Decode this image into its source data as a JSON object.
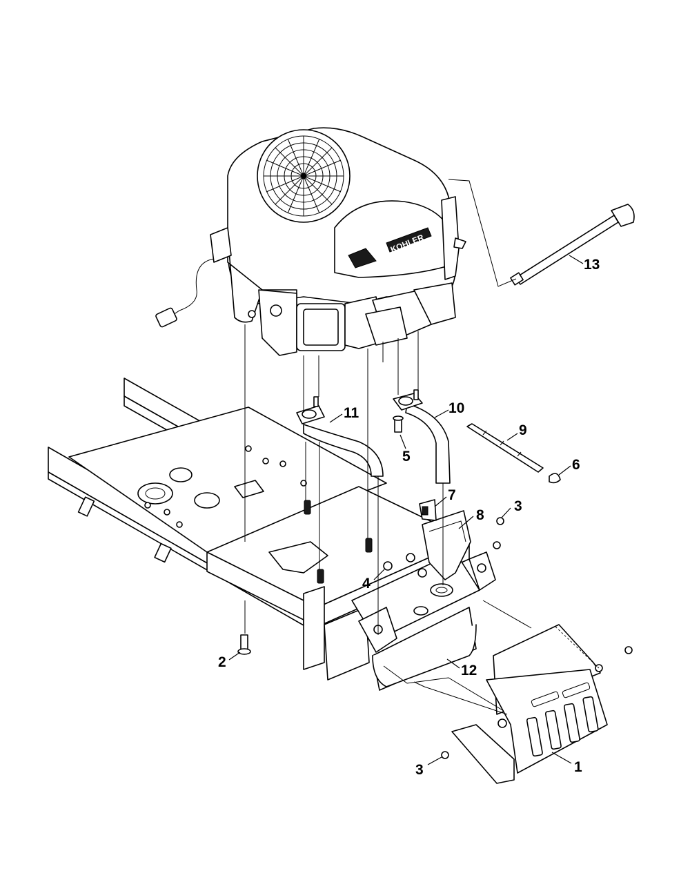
{
  "diagram": {
    "engine_brand": "KOHLER",
    "callouts": [
      {
        "id": "c1",
        "label": "1"
      },
      {
        "id": "c2",
        "label": "2"
      },
      {
        "id": "c3a",
        "label": "3"
      },
      {
        "id": "c3b",
        "label": "3"
      },
      {
        "id": "c4",
        "label": "4"
      },
      {
        "id": "c5",
        "label": "5"
      },
      {
        "id": "c6",
        "label": "6"
      },
      {
        "id": "c7",
        "label": "7"
      },
      {
        "id": "c8",
        "label": "8"
      },
      {
        "id": "c9",
        "label": "9"
      },
      {
        "id": "c10",
        "label": "10"
      },
      {
        "id": "c11",
        "label": "11"
      },
      {
        "id": "c12",
        "label": "12"
      },
      {
        "id": "c13",
        "label": "13"
      }
    ]
  }
}
